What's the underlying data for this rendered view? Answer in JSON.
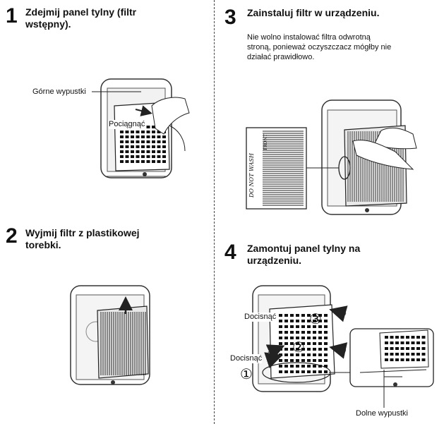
{
  "step1": {
    "number": "1",
    "title_line1": "Zdejmij panel tylny (filtr",
    "title_line2": "wstępny).",
    "label_top_tabs": "Górne wypustki",
    "label_pull": "Pociągnąć"
  },
  "step2": {
    "number": "2",
    "title_line1": "Wyjmij filtr z plastikowej",
    "title_line2": "torebki."
  },
  "step3": {
    "number": "3",
    "title": "Zainstaluj filtr w urządzeniu.",
    "note_line1": "Nie wolno instalować filtra odwrotną",
    "note_line2": "stroną, ponieważ oczyszczacz mógłby nie",
    "note_line3": "działać prawidłowo.",
    "filter_print_1": "DO NOT WASH",
    "filter_print_2": "FRONT"
  },
  "step4": {
    "number": "4",
    "title_line1": "Zamontuj panel tylny na",
    "title_line2": "urządzeniu.",
    "label_press_1": "Docisnąć",
    "label_press_2": "Docisnąć",
    "label_bottom_tabs": "Dolne wypustki",
    "circle_1": "①",
    "circle_2": "②",
    "circle_3": "③"
  }
}
